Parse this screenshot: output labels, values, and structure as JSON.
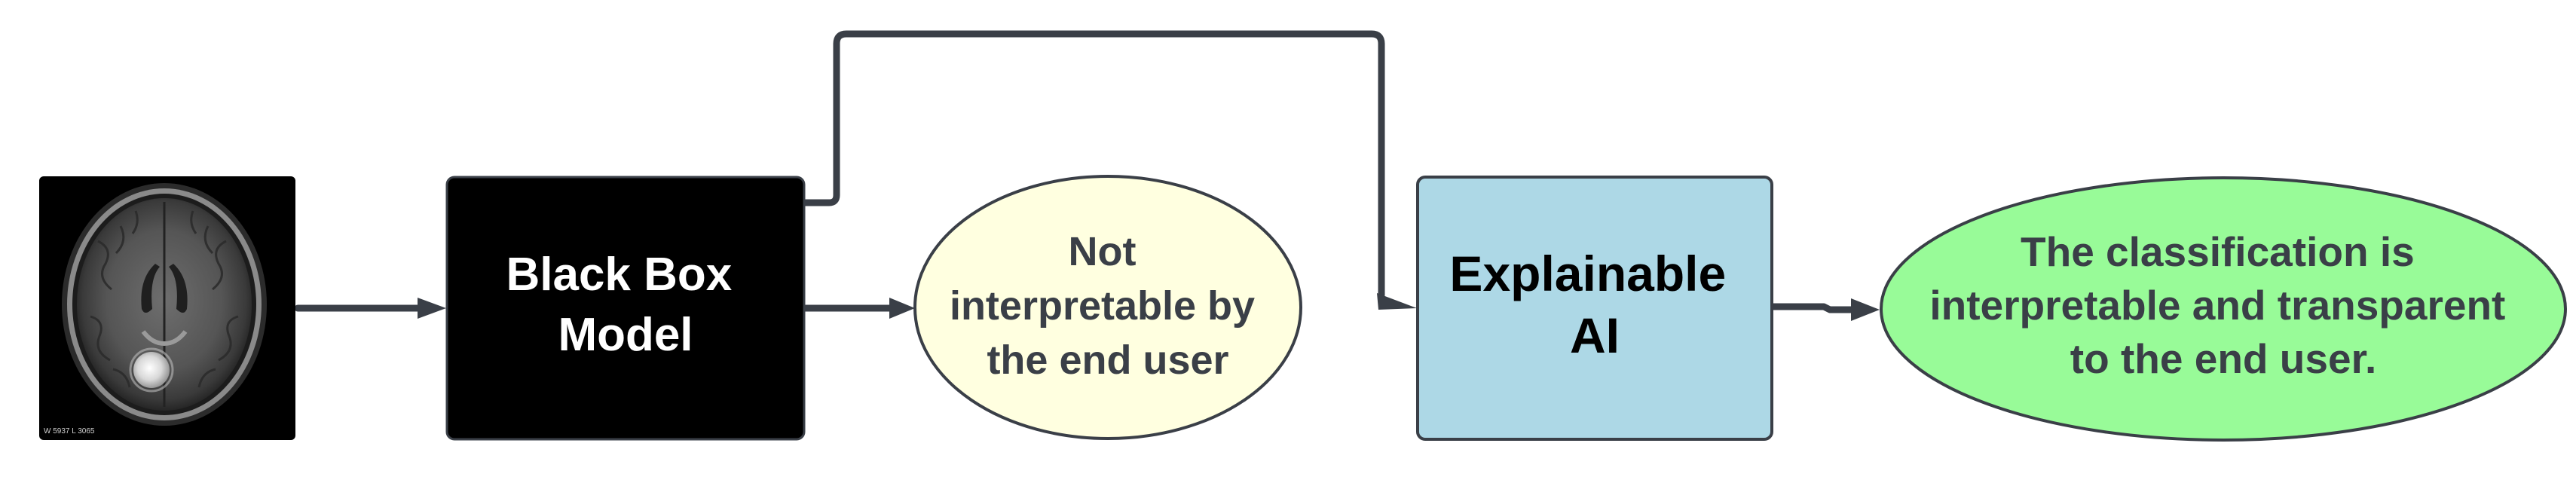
{
  "nodes": {
    "mri": {
      "overlay_text": "W 5937  L 3065",
      "colors": {
        "background": "#000000"
      }
    },
    "black_box": {
      "lines": [
        "Black Box",
        "Model"
      ],
      "colors": {
        "fill": "#000000",
        "text": "#ffffff"
      }
    },
    "not_interpretable": {
      "lines": [
        "Not",
        "interpretable by",
        "the end user"
      ],
      "colors": {
        "fill": "#ffffe0",
        "text": "#3a3f47"
      }
    },
    "explainable_ai": {
      "lines": [
        "Explainable",
        "AI"
      ],
      "colors": {
        "fill": "#add8e6",
        "text": "#000000"
      }
    },
    "transparent": {
      "lines": [
        "The classification is",
        "interpretable and transparent",
        "to the end user."
      ],
      "colors": {
        "fill": "#98fb98",
        "text": "#3a3f47"
      }
    }
  },
  "connector_color": "#3a3f47"
}
